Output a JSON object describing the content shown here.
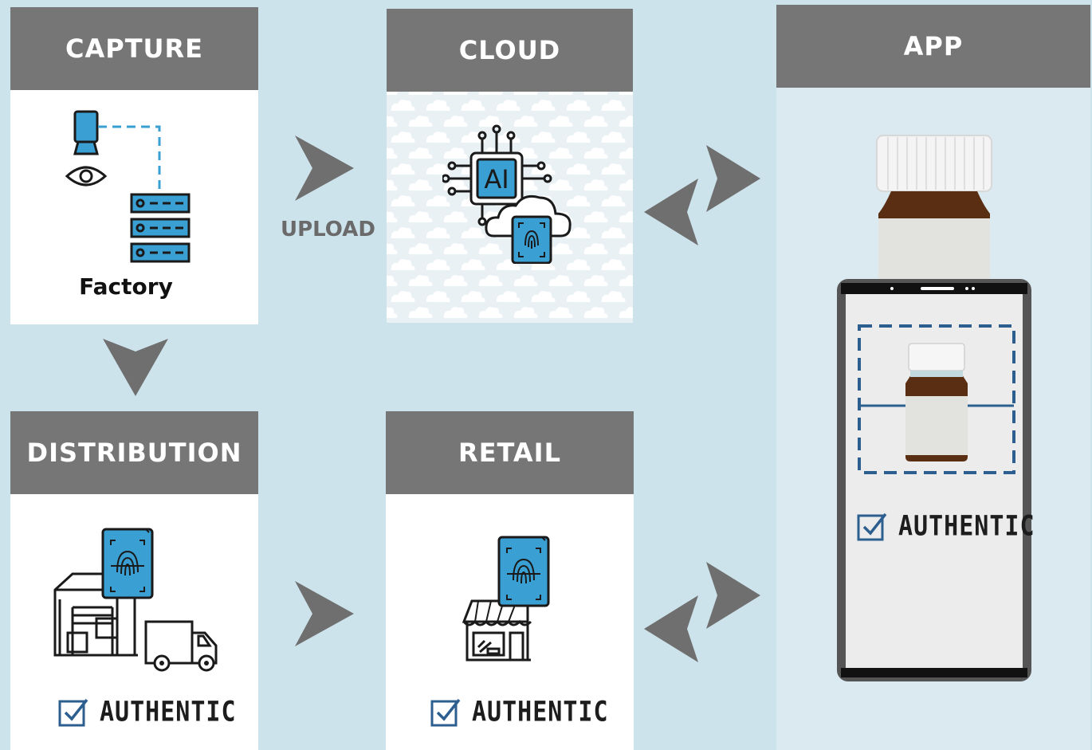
{
  "stages": {
    "capture": {
      "title": "CAPTURE",
      "caption": "Factory"
    },
    "cloud": {
      "title": "CLOUD",
      "chip_label": "AI"
    },
    "app": {
      "title": "APP"
    },
    "distribution": {
      "title": "DISTRIBUTION"
    },
    "retail": {
      "title": "RETAIL"
    }
  },
  "upload_label": "UPLOAD",
  "auth_label": "AUTHENTIC",
  "colors": {
    "background": "#cde3ec",
    "header": "#767676",
    "arrow": "#6f6f6f",
    "accent_blue": "#3a9fd3",
    "check_blue": "#2c5f8f",
    "amber": "#5a2e12"
  }
}
